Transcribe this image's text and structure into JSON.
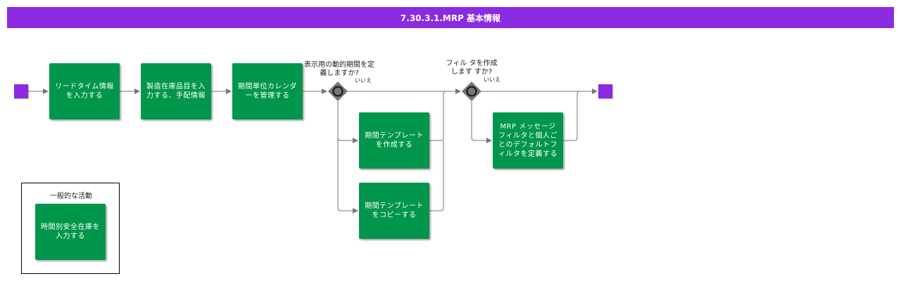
{
  "title": "7.30.3.1.MRP 基本情報",
  "tasks": {
    "lead_time": "リードタイム情報を入力する",
    "manufactured_items": "製造在庫品目を入力する、手配情報",
    "period_calendar": "期間単位カレンダーを管理する",
    "create_template": "期間テンプレートを作成する",
    "copy_template": "期間テンプレートをコピーする",
    "mrp_message_filter": "MRP メッセージフィルタと個人ごとのデフォルトフィルタを定義する"
  },
  "gateways": {
    "dynamic_period": {
      "question": "表示用の動的期間を定義しますか?",
      "no": "いいえ"
    },
    "create_filter": {
      "question": "フィル タを作成します すか?",
      "no": "いいえ"
    }
  },
  "legend": {
    "title": "一般的な活動",
    "task": "時間別安全在庫を入力する"
  },
  "colors": {
    "header": "#8a2be2",
    "task": "#00964b",
    "event": "#8a2be2",
    "gateway": "#777777"
  }
}
